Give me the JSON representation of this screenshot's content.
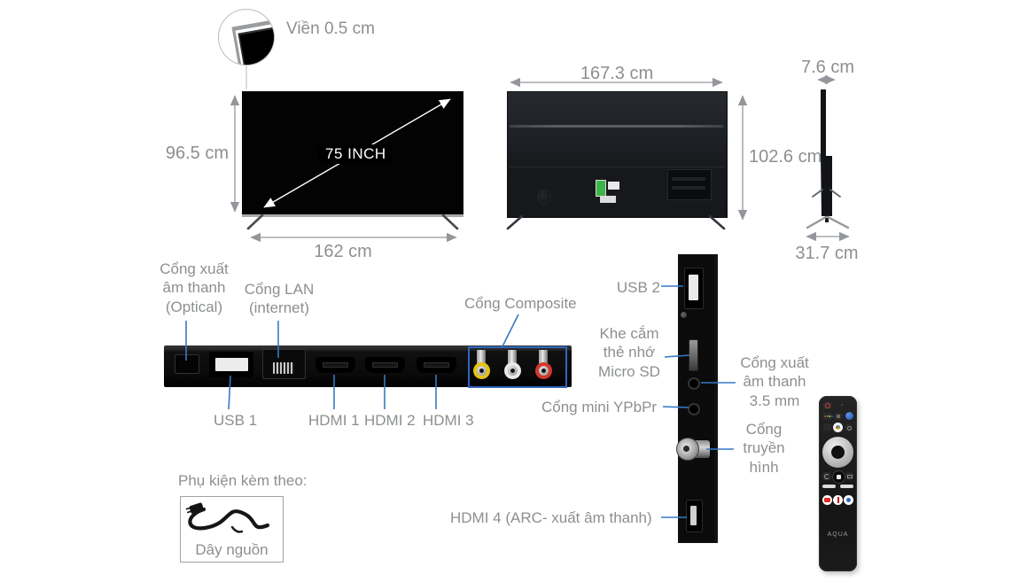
{
  "bezel_detail": {
    "label": "Viền 0.5 cm"
  },
  "front_view": {
    "diagonal": "75 INCH",
    "height": "96.5 cm",
    "width": "162 cm"
  },
  "back_view": {
    "width": "167.3 cm",
    "height": "102.6 cm"
  },
  "side_view": {
    "depth": "7.6 cm",
    "base_depth": "31.7 cm"
  },
  "bottom_panel": {
    "optical_label": "Cổng xuất\nâm thanh\n(Optical)",
    "lan_label": "Cổng LAN\n(internet)",
    "composite_label": "Cổng Composite",
    "usb1_label": "USB 1",
    "hdmi1_label": "HDMI 1",
    "hdmi2_label": "HDMI 2",
    "hdmi3_label": "HDMI 3"
  },
  "side_panel": {
    "usb2_label": "USB 2",
    "micro_sd_label": "Khe cắm\nthẻ nhớ\nMicro SD",
    "audio35_label": "Cổng xuất\nâm thanh\n3.5 mm",
    "mini_ypbpr_label": "Cổng mini YPbPr",
    "antenna_label": "Cổng\ntruyền\nhình",
    "hdmi4_label": "HDMI 4 (ARC- xuất âm thanh)"
  },
  "accessories": {
    "title": "Phụ kiện kèm theo:",
    "power_cord_label": "Dây nguồn"
  },
  "remote": {
    "brand": "AQUA"
  },
  "colors": {
    "label_gray": "#8c8f91",
    "leader_blue": "#3579c5",
    "composite_outline": "#2f66bd",
    "rca_yellow": "#e3c414",
    "rca_white": "#e9e9ea",
    "rca_red": "#d3372c",
    "energy_sticker_green": "#3cb44a"
  }
}
